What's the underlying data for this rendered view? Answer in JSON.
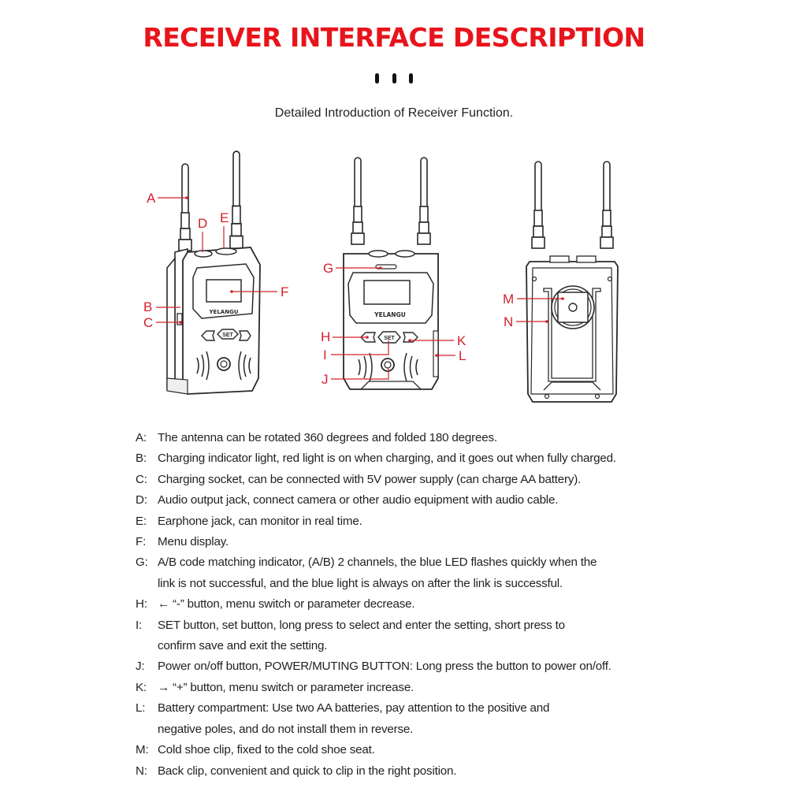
{
  "header": {
    "title": "RECEIVER INTERFACE DESCRIPTION",
    "subtitle": "Detailed Introduction of Receiver Function."
  },
  "colors": {
    "accent_red": "#e8141c",
    "callout_red": "#d3202a",
    "text": "#222222",
    "line_art": "#2a2a2a"
  },
  "devices": {
    "brand_logo": "YELANGU",
    "set_button": "SET",
    "views": [
      "front-angled",
      "front",
      "back"
    ]
  },
  "callouts": {
    "A": "A",
    "B": "B",
    "C": "C",
    "D": "D",
    "E": "E",
    "F": "F",
    "G": "G",
    "H": "H",
    "I": "I",
    "J": "J",
    "K": "K",
    "L": "L",
    "M": "M",
    "N": "N"
  },
  "descriptions": [
    {
      "key": "A:",
      "text": "The antenna can be rotated 360 degrees and folded 180 degrees."
    },
    {
      "key": "B:",
      "text": "Charging indicator light, red light is on when charging, and it goes out when fully charged."
    },
    {
      "key": "C:",
      "text": "Charging socket, can be connected with 5V power supply (can charge AA battery)."
    },
    {
      "key": "D:",
      "text": "Audio output jack, connect camera or other audio equipment with audio cable."
    },
    {
      "key": "E:",
      "text": "Earphone jack, can monitor in real time."
    },
    {
      "key": "F:",
      "text": "Menu display."
    },
    {
      "key": "G:",
      "text": "A/B code matching indicator, (A/B) 2 channels, the blue LED flashes quickly when the",
      "cont": "link is not successful, and the blue light is always on after the link is successful."
    },
    {
      "key": "H:",
      "text": "← “-” button, menu switch or parameter decrease."
    },
    {
      "key": "I:",
      "text": "SET button, set button, long press to select and enter the setting, short press to",
      "cont": "confirm save and exit the setting."
    },
    {
      "key": "J:",
      "text": "Power on/off button, POWER/MUTING BUTTON: Long press the button to power on/off."
    },
    {
      "key": "K:",
      "text": "→ “+” button, menu switch or parameter increase."
    },
    {
      "key": "L:",
      "text": "Battery compartment: Use two AA batteries, pay attention to the positive and",
      "cont": "negative poles, and do not install them in reverse."
    },
    {
      "key": "M:",
      "text": "Cold shoe clip, fixed to the cold shoe seat."
    },
    {
      "key": "N:",
      "text": "Back clip, convenient and quick to clip in the right position."
    }
  ]
}
